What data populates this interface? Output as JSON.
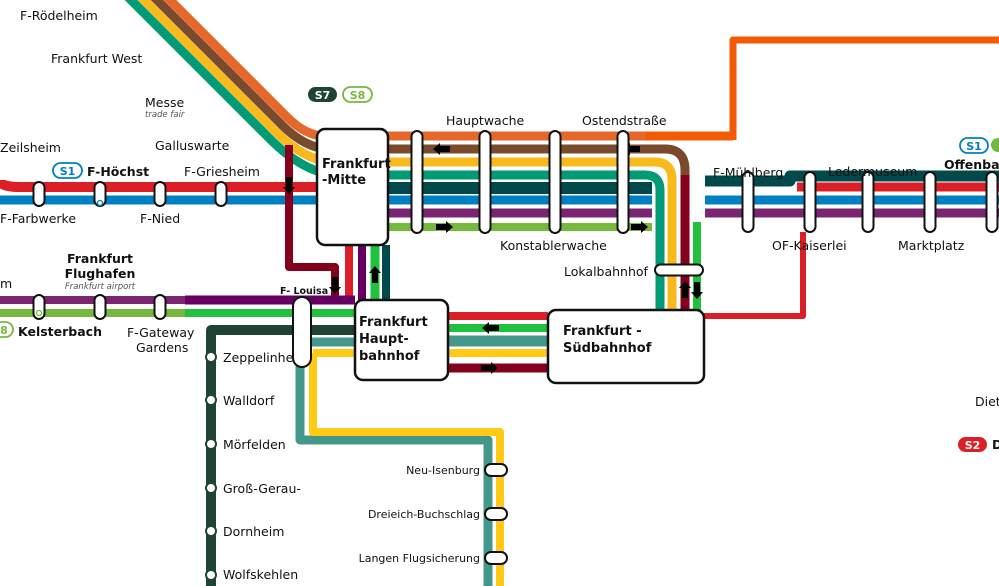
{
  "colors": {
    "orange": "#e5672a",
    "orange_red": "#f25a05",
    "brown": "#7a4a2c",
    "yellow": "#f8b91d",
    "teal_green": "#009a74",
    "dark_teal": "#01494a",
    "blue": "#0080c0",
    "purple": "#7b2470",
    "dark_purple": "#650062",
    "light_green": "#76b83e",
    "bright_green": "#1fc13d",
    "red": "#dc1f26",
    "dark_red": "#85001c",
    "grey_teal": "#43988a",
    "gold": "#ffc914",
    "forest": "#1f4432"
  },
  "interchanges": {
    "mitte": [
      "Frankfurt",
      "-Mitte"
    ],
    "hbf": [
      "Frankfurt",
      "Haupt-",
      "bahnhof"
    ],
    "sued": [
      "Frankfurt -",
      "Südbahnhof"
    ]
  },
  "badges": {
    "s1_west": "S1",
    "s7": "S7",
    "s8_top": "S8",
    "s1_east": "S1",
    "s8_west": "8",
    "s2": "S2"
  },
  "stations": {
    "roedelheim": "F-Rödelheim",
    "west": "Frankfurt West",
    "messe": "Messe",
    "messe_sub": "trade fair",
    "galluswarte": "Galluswarte",
    "zeilsheim": "Zeilsheim",
    "hoechst": "F-Höchst",
    "griesheim": "F-Griesheim",
    "farbwerke": "F-Farbwerke",
    "nied": "F-Nied",
    "flughafen_1": "Frankfurt",
    "flughafen_2": "Flughafen",
    "flughafen_sub": "Frankfurt airport",
    "partial_west": "m",
    "kelsterbach": "Kelsterbach",
    "gateway_1": "F-Gateway",
    "gateway_2": "Gardens",
    "louisa": "F- Louisa",
    "zeppelinheim": "Zeppelinhe",
    "walldorf": "Walldorf",
    "moerfelden": "Mörfelden",
    "gross_gerau": "Groß-Gerau-",
    "dornheim": "Dornheim",
    "wolfskehlen": "Wolfskehlen",
    "hauptwache": "Hauptwache",
    "ostendstrasse": "Ostendstraße",
    "konstablerwache": "Konstablerwache",
    "lokalbahnhof": "Lokalbahnhof",
    "muehlberg": "F-Mühlberg",
    "ledermuseum": "Ledermuseum",
    "offenbach": "Offenbac",
    "kaiserlei": "OF-Kaiserlei",
    "marktplatz": "Marktplatz",
    "diet": "Diet",
    "d_partial": "D",
    "neu_isenburg": "Neu-Isenburg",
    "dreieich": "Dreieich-Buchschlag",
    "langen": "Langen Flugsicherung"
  }
}
